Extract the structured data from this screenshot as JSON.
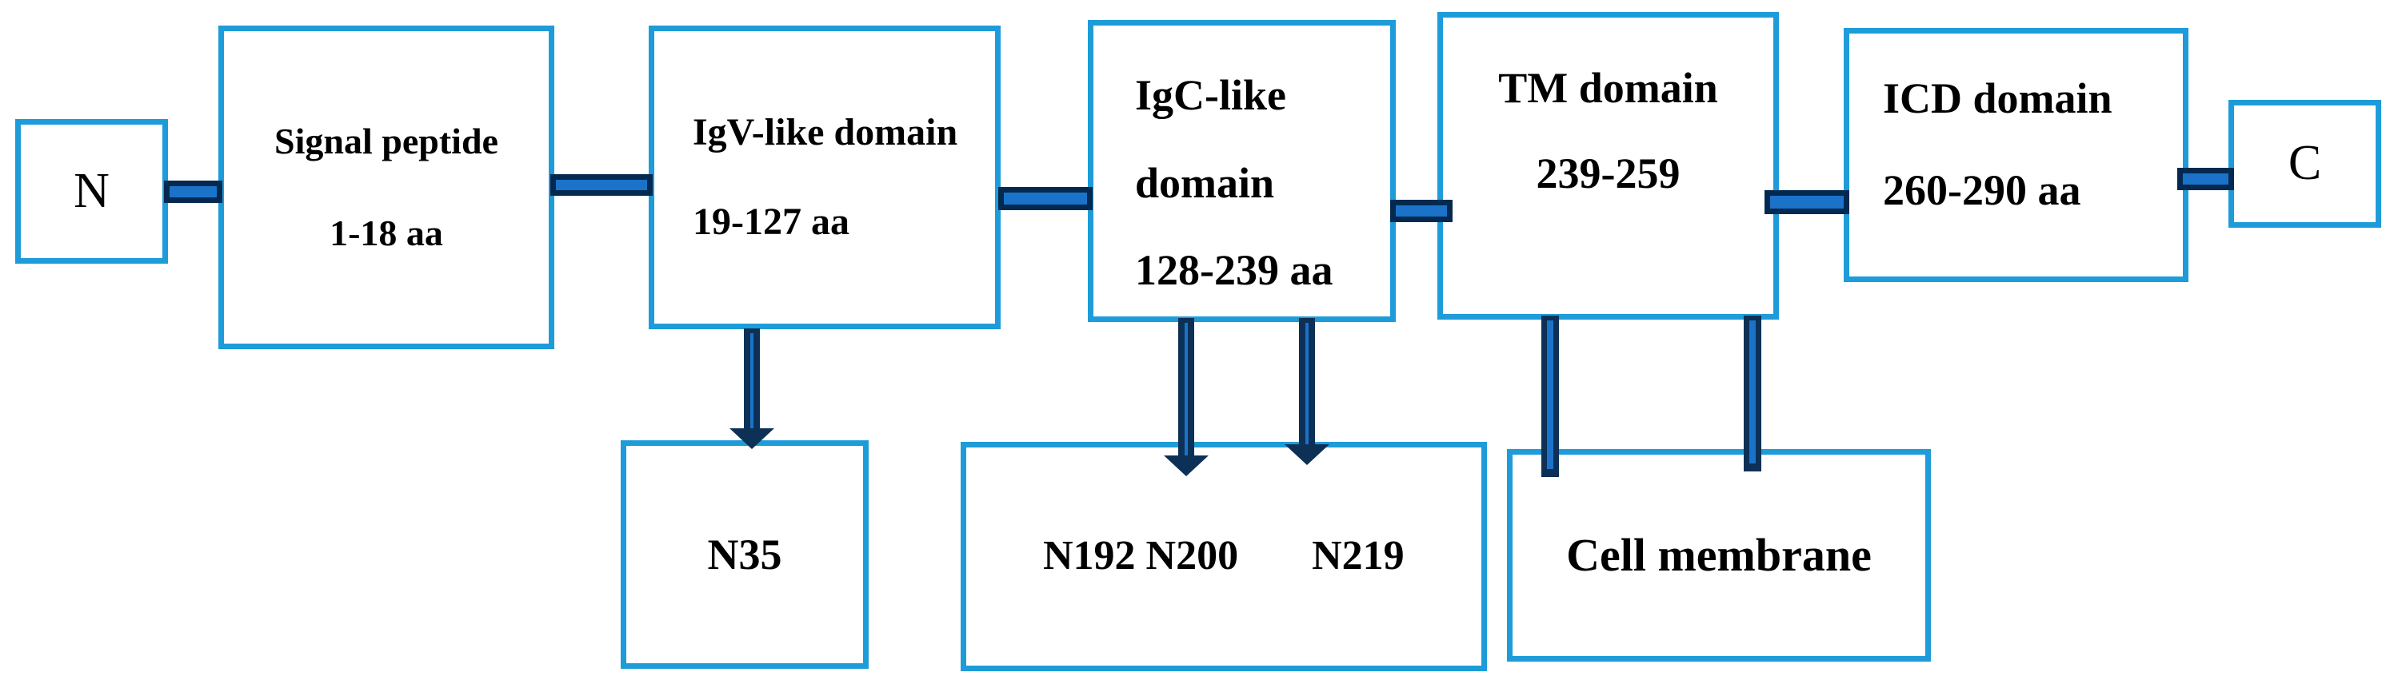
{
  "colors": {
    "box_border": "#1e9cd9",
    "connector_fill": "#1a73c9",
    "connector_border": "#032951",
    "arrow": "#0d3056",
    "text": "#000000"
  },
  "boxes": {
    "n_terminus": {
      "label": "N"
    },
    "signal_peptide": {
      "line1": "Signal peptide",
      "line2": "1-18 aa"
    },
    "igv_domain": {
      "line1": "IgV-like domain",
      "line2": "19-127 aa"
    },
    "igc_domain": {
      "line1": "IgC-like",
      "line2": "domain",
      "line3": "128-239 aa"
    },
    "tm_domain": {
      "line1": "TM domain",
      "line2": "239-259"
    },
    "icd_domain": {
      "line1": "ICD domain",
      "line2": "260-290 aa"
    },
    "c_terminus": {
      "label": "C"
    },
    "n35_site": {
      "label": "N35"
    },
    "glyco_sites": {
      "group1": "N192 N200",
      "group2": "N219"
    },
    "cell_membrane": {
      "label": "Cell membrane"
    }
  }
}
